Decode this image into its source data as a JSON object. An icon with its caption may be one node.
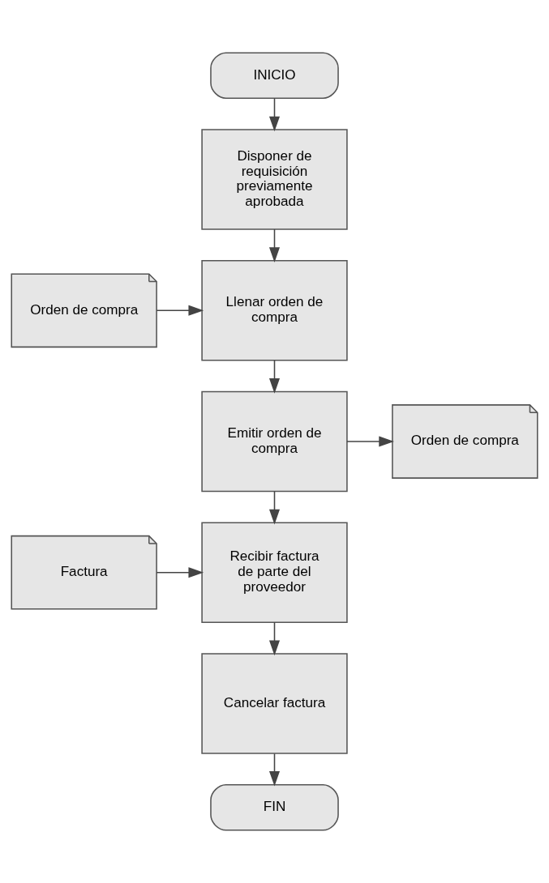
{
  "diagram": {
    "nodes": [
      {
        "text": [
          "INICIO"
        ]
      },
      {
        "text": [
          "Disponer de requisición previamente aprobada"
        ]
      },
      {
        "text": [
          "Orden de compra"
        ]
      },
      {
        "text": [
          "Llenar orden de compra"
        ]
      },
      {
        "text": [
          "Emitir orden de compra"
        ]
      },
      {
        "text": [
          "Orden de compra"
        ]
      },
      {
        "text": [
          "Factura"
        ]
      },
      {
        "text": [
          "Recibir factura de parte del proveedor"
        ]
      },
      {
        "text": [
          "Cancelar factura"
        ]
      },
      {
        "text": [
          "FIN"
        ]
      }
    ],
    "edges": [
      {
        "from": 0,
        "to": 1,
        "arrow": "to"
      },
      {
        "from": 1,
        "to": 3,
        "arrow": "to"
      },
      {
        "from": 2,
        "to": 3,
        "arrow": "to"
      },
      {
        "from": 3,
        "to": 4,
        "arrow": "to"
      },
      {
        "from": 4,
        "to": 5,
        "arrow": "to"
      },
      {
        "from": 4,
        "to": 7,
        "arrow": "to"
      },
      {
        "from": 6,
        "to": 7,
        "arrow": "to"
      },
      {
        "from": 7,
        "to": 8,
        "arrow": "to"
      },
      {
        "from": 8,
        "to": 9,
        "arrow": "to"
      }
    ]
  }
}
